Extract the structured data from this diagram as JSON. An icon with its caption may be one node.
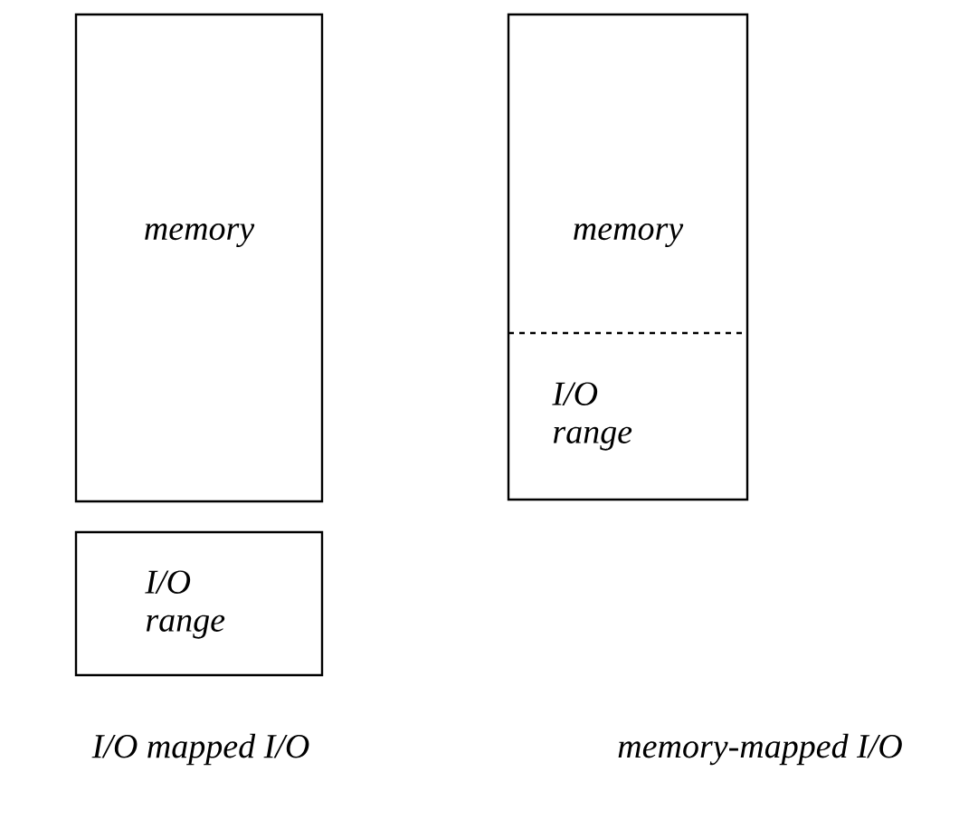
{
  "diagram": {
    "nodes": [
      {
        "text": [
          "memory"
        ]
      },
      {
        "text": [
          "I/O range"
        ]
      },
      {
        "text": [
          "memory"
        ]
      },
      {
        "text": [
          "I/O range"
        ],
        "in": 2
      }
    ],
    "labels": [
      "I/O mapped I/O",
      "memory-mapped I/O"
    ]
  }
}
